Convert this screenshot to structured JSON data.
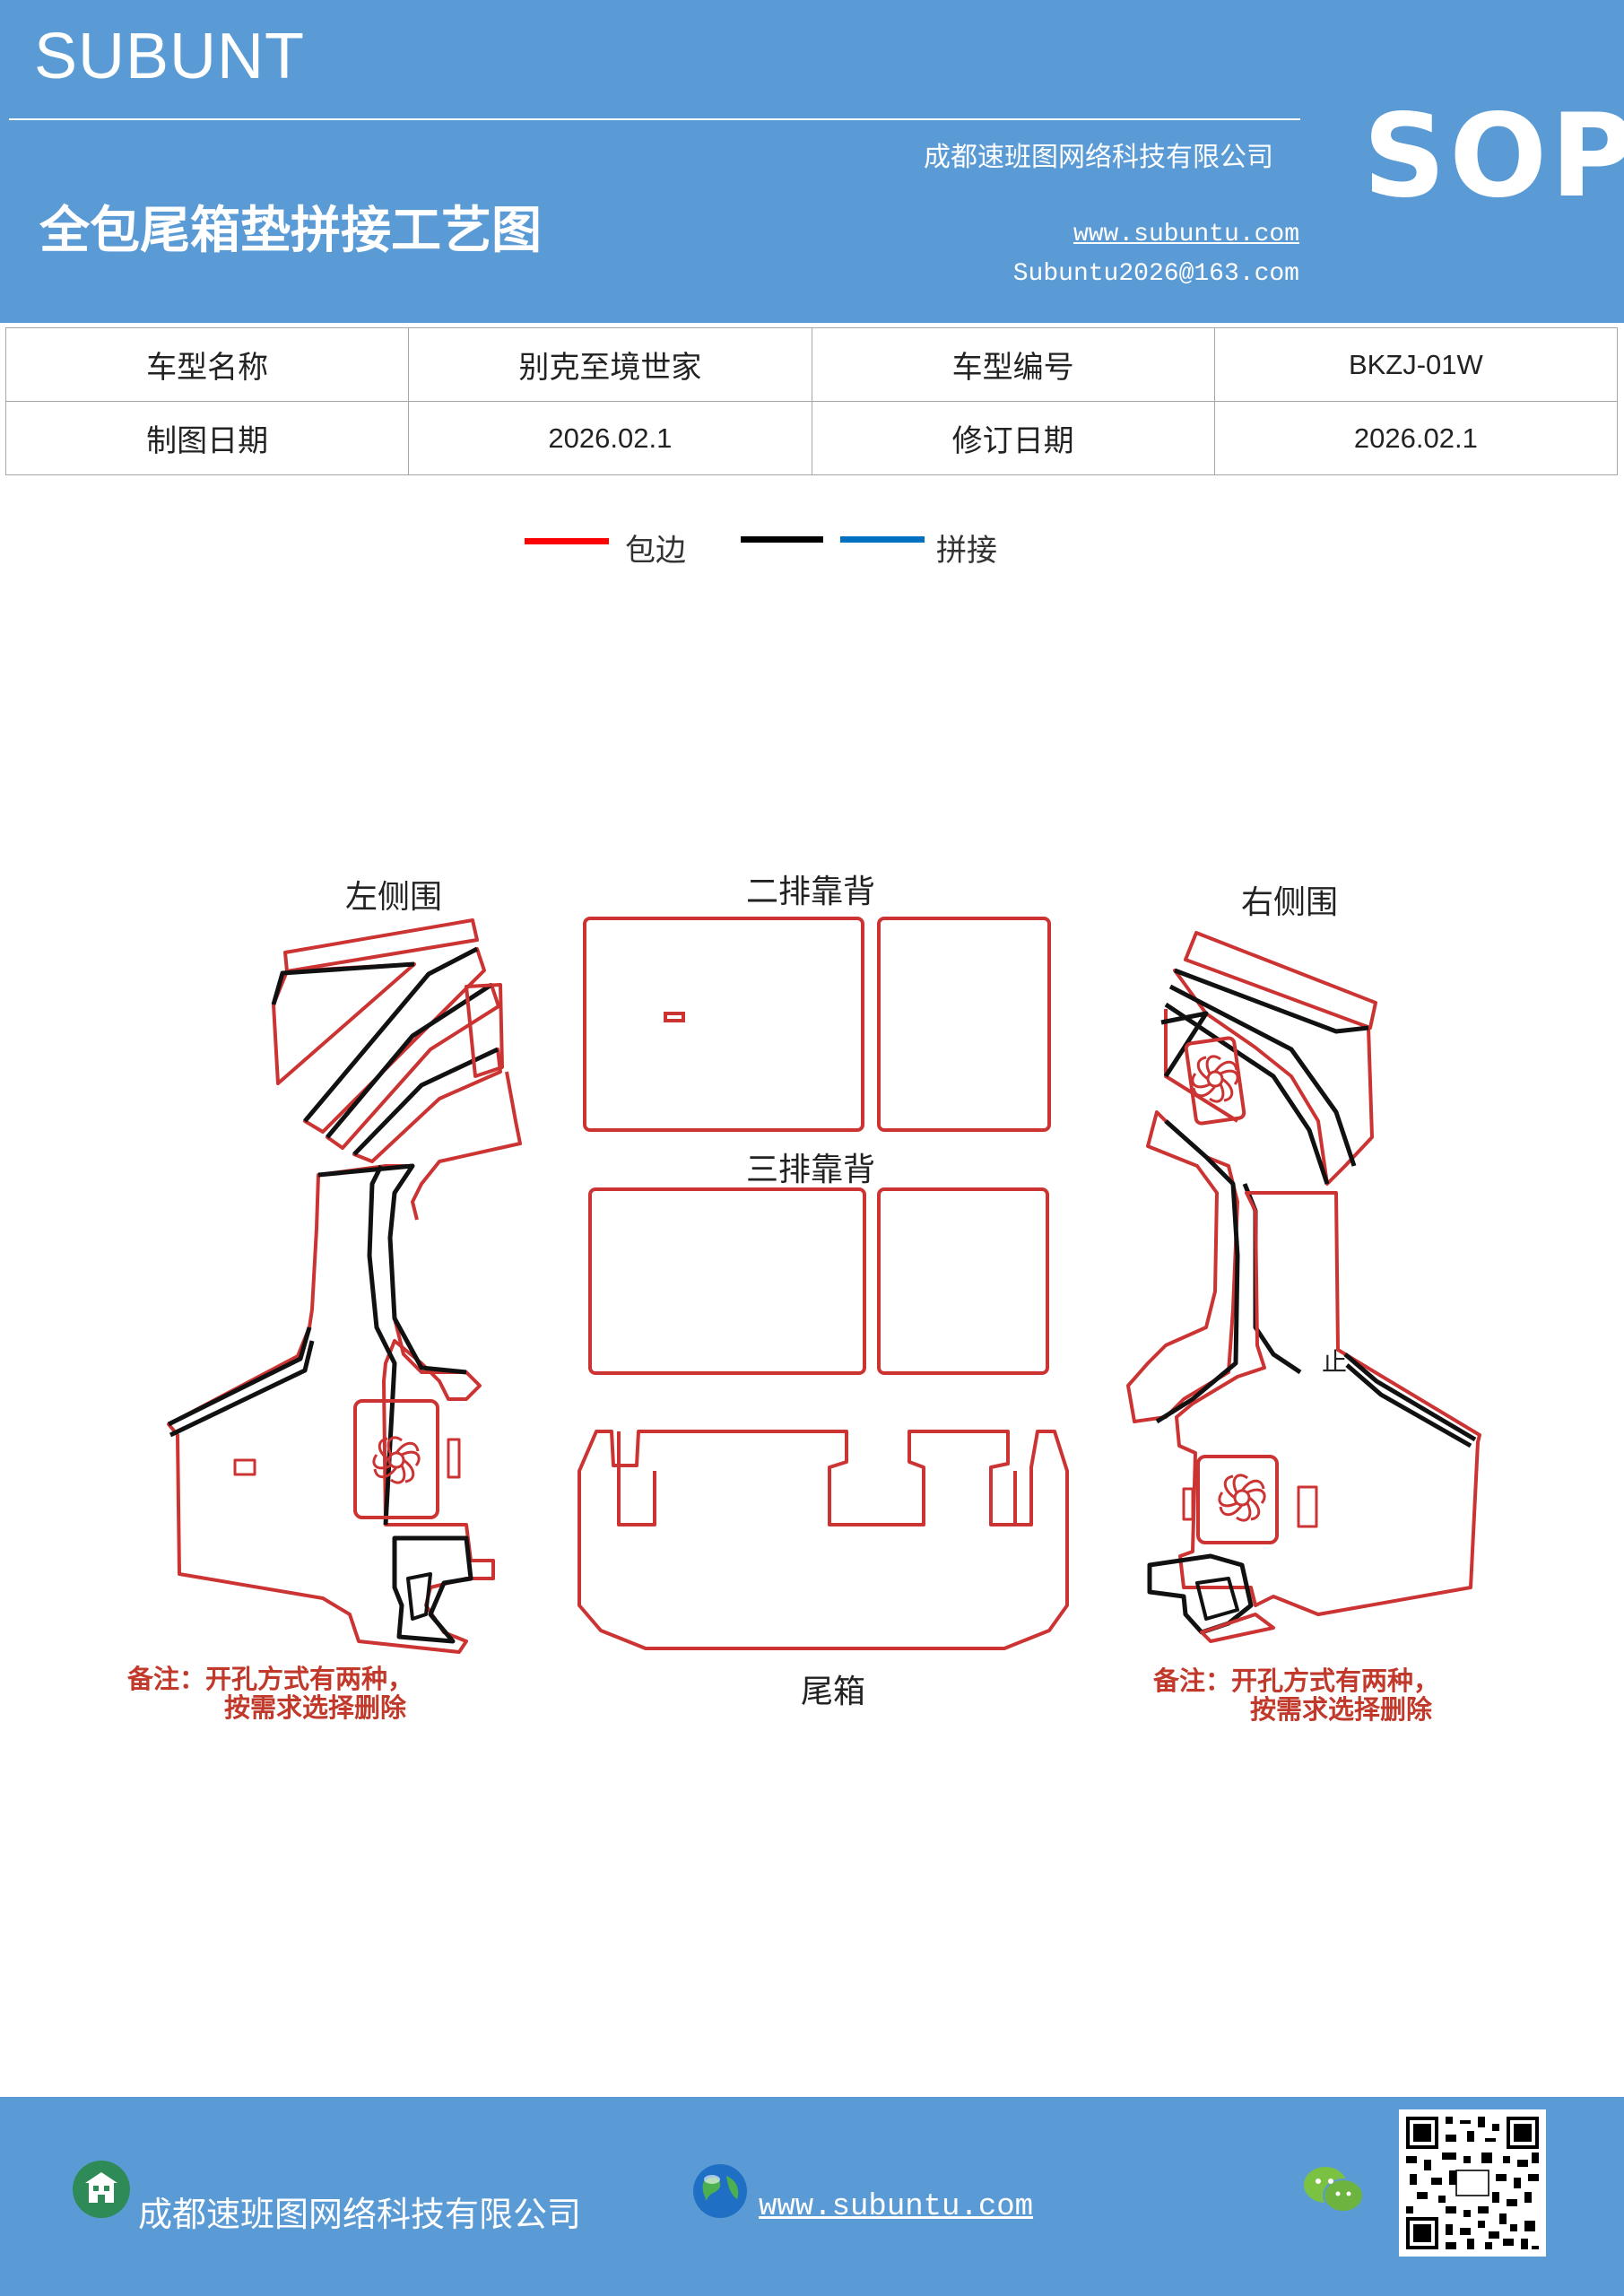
{
  "header": {
    "brand": "SUBUNT",
    "company": "成都速班图网络科技有限公司",
    "title": "全包尾箱垫拼接工艺图",
    "website": "www.subuntu.com",
    "email": "Subuntu2026@163.com",
    "badge": "SOP"
  },
  "info_table": {
    "rows": [
      [
        "车型名称",
        "别克至境世家",
        "车型编号",
        "BKZJ-01W"
      ],
      [
        "制图日期",
        "2026.02.1",
        "修订日期",
        "2026.02.1"
      ]
    ]
  },
  "legend": {
    "items": [
      {
        "label": "包边",
        "color": "#ff0000"
      },
      {
        "label": "拼接",
        "colors": [
          "#000000",
          "#0070c0"
        ]
      }
    ]
  },
  "diagram": {
    "labels": {
      "left": "左侧围",
      "second_row": "二排靠背",
      "right": "右侧围",
      "third_row": "三排靠背",
      "trunk": "尾箱",
      "mark": "止"
    },
    "notes": {
      "left": [
        "备注：开孔方式有两种，",
        "按需求选择删除"
      ],
      "right": [
        "备注：开孔方式有两种，",
        "按需求选择删除"
      ]
    },
    "colors": {
      "edge": "#cc3333",
      "seam": "#111111",
      "note": "#c0392b"
    }
  },
  "footer": {
    "company": "成都速班图网络科技有限公司",
    "website": "www.subuntu.com"
  },
  "icons": {
    "building": "building-icon",
    "globe": "globe-icon",
    "wechat": "wechat-icon",
    "qr": "qr-code"
  }
}
